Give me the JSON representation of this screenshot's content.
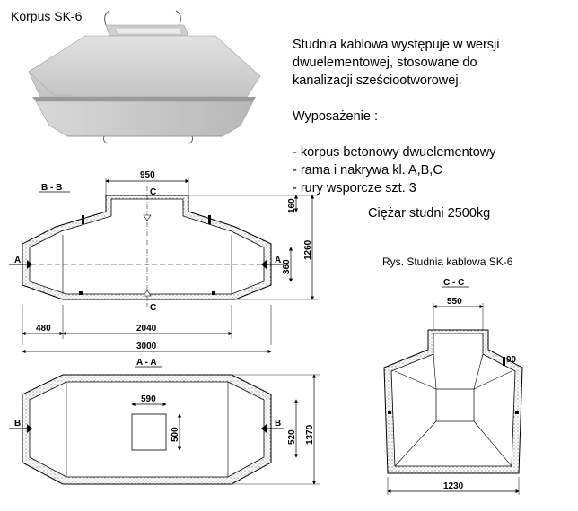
{
  "title": "Korpus SK-6",
  "description": [
    "Studnia kablowa występuje w wersji",
    "dwuelementowej, stosowane do",
    "kanalizacji sześciootworowej.",
    "",
    "Wyposażenie :",
    "",
    "- korpus betonowy dwuelementowy",
    "- rama i nakrywa kl. A,B,C",
    "- rury wsporcze szt. 3"
  ],
  "weight": "Ciężar studni 2500kg",
  "caption": "Rys. Studnia kablowa SK-6",
  "sections": {
    "bb": "B - B",
    "aa": "A - A",
    "cc": "C - C"
  },
  "markers": {
    "a": "A",
    "b": "B",
    "c": "C"
  },
  "dimensions": {
    "d950": "950",
    "d160": "160",
    "d1260": "1260",
    "d360": "360",
    "d480": "480",
    "d2040": "2040",
    "d3000": "3000",
    "d590": "590",
    "d500": "500",
    "d520": "520",
    "d1370": "1370",
    "d550": "550",
    "d90": "90",
    "d1230": "1230"
  },
  "colors": {
    "concrete_light": "#d4d4d4",
    "concrete_dark": "#a8a8a8",
    "line": "#000000"
  }
}
